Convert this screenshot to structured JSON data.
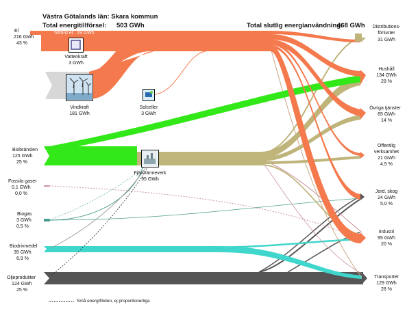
{
  "header": {
    "title": "Västra Götalands län: Skara kommun",
    "supply_label": "Total energitillförsel:",
    "supply_value": "503 GWh",
    "use_label": "Total slutlig energianvändning:",
    "use_value": "468 GWh"
  },
  "sources": {
    "el": {
      "name": "El",
      "value": "216 GWh",
      "pct": "43 %"
    },
    "tillford_el": "Tillförd el:  29 GWh",
    "vattenkraft": {
      "name": "Vattenkraft",
      "value": "3 GWh"
    },
    "vindkraft": {
      "name": "Vindkraft",
      "value": "181 GWh"
    },
    "solceller": {
      "name": "Solceller",
      "value": "3 GWh"
    },
    "biobranslen": {
      "name": "Biobränslen",
      "value": "125 GWh",
      "pct": "25 %"
    },
    "fjarrvarmeverk": {
      "name": "Fjärrvärmeverk",
      "value": "95 GWh"
    },
    "fossila_gaser": {
      "name": "Fossila gaser",
      "value": "0,1 GWh",
      "pct": "0,0 %"
    },
    "biogas": {
      "name": "Biogas",
      "value": "3 GWh",
      "pct": "0,5 %"
    },
    "biodrivmedel": {
      "name": "Biodrivmedel",
      "value": "35 GWh",
      "pct": "6,9 %"
    },
    "oljeprodukter": {
      "name": "Oljeprodukter",
      "value": "124 GWh",
      "pct": "25 %"
    }
  },
  "sinks": {
    "distribution": {
      "name": "Distributions-\nförluster",
      "value": "31 GWh"
    },
    "hushall": {
      "name": "Hushåll",
      "value": "134 GWh",
      "pct": "29 %"
    },
    "ovriga": {
      "name": "Övriga tjänster",
      "value": "65 GWh",
      "pct": "14 %"
    },
    "offentlig": {
      "name": "Offentlig\nverksamhet",
      "value": "21 GWh",
      "pct": "4,5 %"
    },
    "jord_skog": {
      "name": "Jord, skog",
      "value": "24 GWh",
      "pct": "5,0 %"
    },
    "industri": {
      "name": "Industri",
      "value": "95 GWh",
      "pct": "20 %"
    },
    "transporter": {
      "name": "Transporter",
      "value": "129 GWh",
      "pct": "28 %"
    }
  },
  "legend": {
    "dotted_note": "Små energiflöden, ej proportionerliga"
  },
  "colors": {
    "el": "#f47a4e",
    "bio": "#33e818",
    "fjarrvarme": "#bfb47a",
    "fossil_gas": "#c9939a",
    "biogas": "#4a9c8c",
    "biodrivmedel": "#3fd6cc",
    "olja": "#555555",
    "sink_mark": "#bfb47a"
  }
}
